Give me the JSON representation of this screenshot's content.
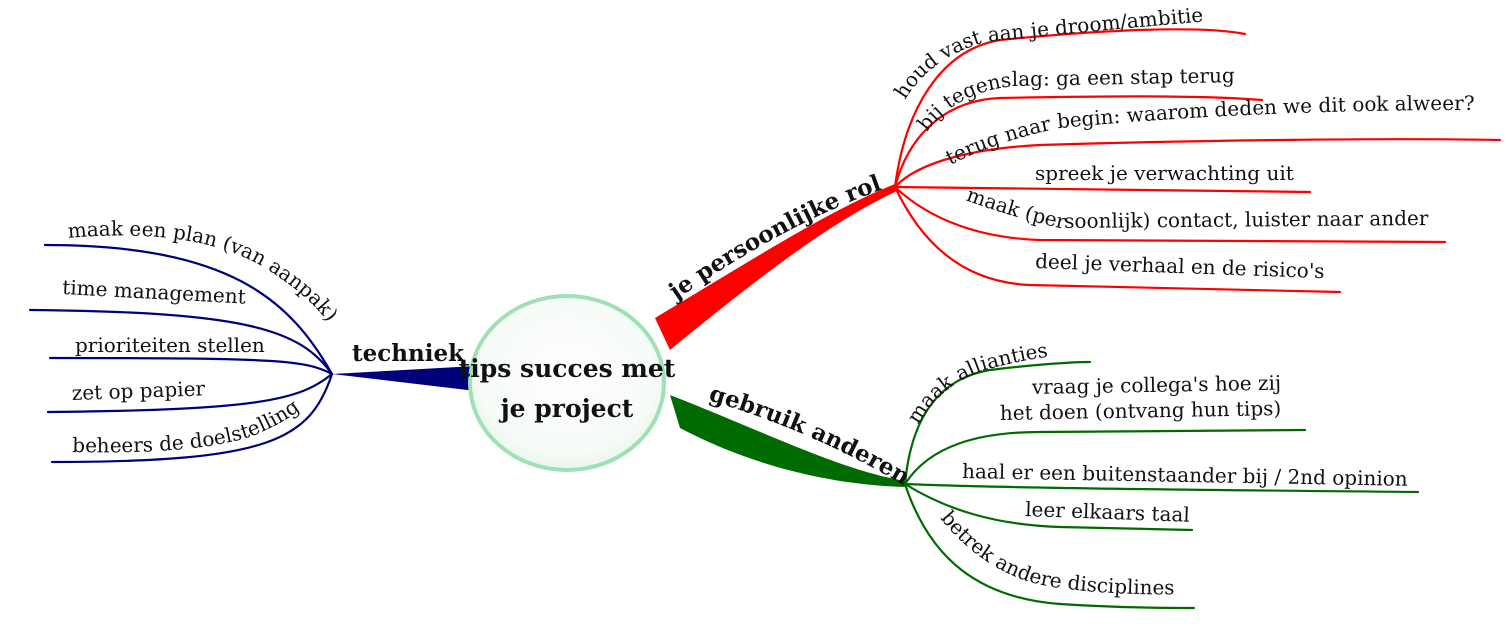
{
  "center": {
    "line1": "tips succes met",
    "line2": "je project",
    "fill": "#ffffff",
    "ring": "#9fe0b4"
  },
  "colors": {
    "techniek": "#00007a",
    "persoonlijk": "#ff0000",
    "anderen": "#006b00"
  },
  "branches": {
    "techniek": {
      "label": "techniek",
      "items": [
        "maak een plan (van aanpak)",
        "time management",
        "prioriteiten stellen",
        "zet op papier",
        "beheers de doelstelling"
      ]
    },
    "persoonlijk": {
      "label": "je persoonlijke rol",
      "items": [
        "houd vast aan je droom/ambitie",
        "bij tegenslag: ga een stap terug",
        "terug naar begin: waarom deden we dit ook alweer?",
        "spreek je verwachting uit",
        "maak (persoonlijk) contact, luister naar ander",
        "deel je verhaal en de risico's"
      ]
    },
    "anderen": {
      "label": "gebruik anderen",
      "items": [
        "maak allianties",
        "vraag je collega's hoe zij",
        "het doen (ontvang hun tips)",
        "haal er een buitenstaander bij / 2nd opinion",
        "leer elkaars taal",
        "betrek andere disciplines"
      ]
    }
  }
}
